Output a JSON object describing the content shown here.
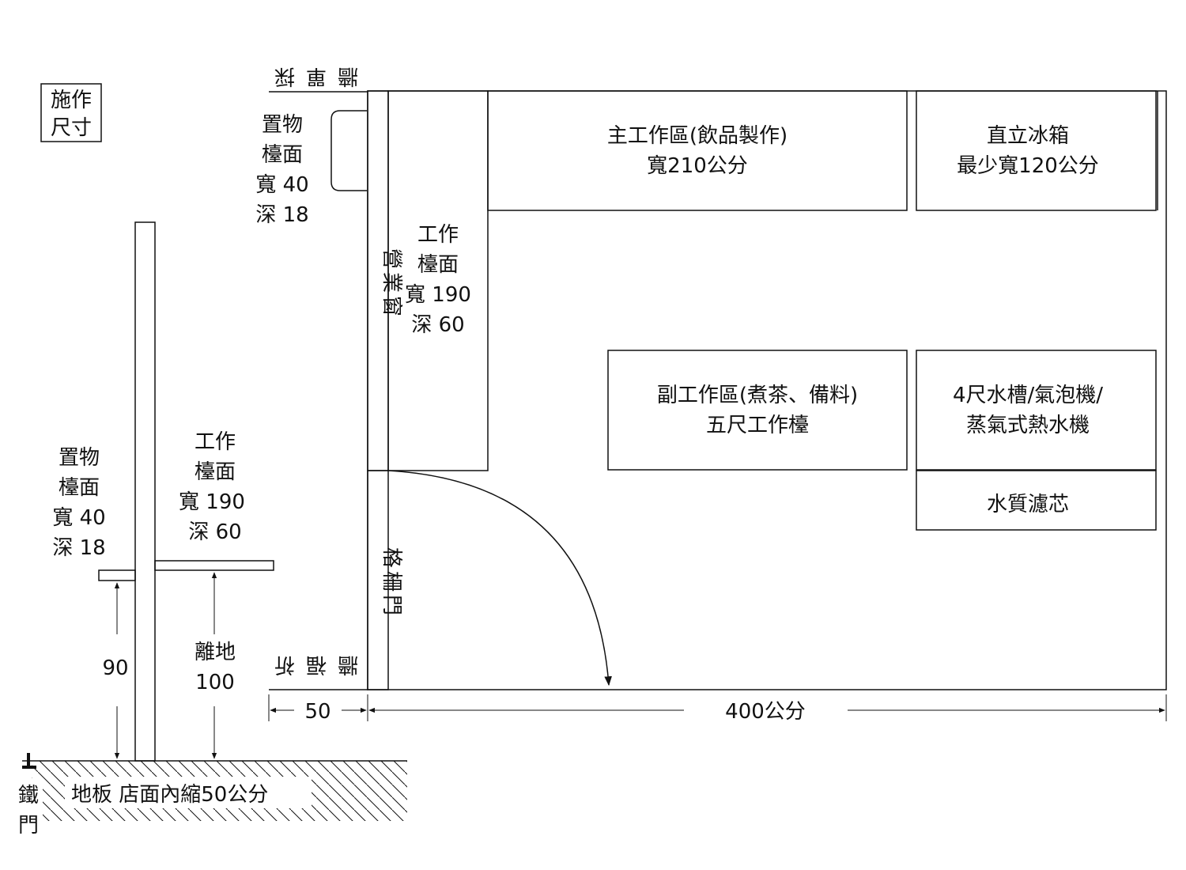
{
  "construction_label": [
    "施作",
    "尺寸"
  ],
  "walls": {
    "top": [
      "採",
      "單",
      "牆"
    ],
    "bottom": [
      "祈",
      "福",
      "牆"
    ],
    "service_window": [
      "營",
      "業",
      "窗"
    ],
    "gate_door": [
      "格",
      "柵",
      "門"
    ]
  },
  "top_shelf": [
    "置物",
    "檯面",
    "寬 40",
    "深 18"
  ],
  "work_counter": [
    "工作",
    "檯面",
    "寬 190",
    "深 60"
  ],
  "main_work_area": [
    "主工作區(飲品製作)",
    "寬210公分"
  ],
  "fridge": [
    "直立冰箱",
    "最少寬120公分"
  ],
  "sub_work_area": [
    "副工作區(煮茶、備料)",
    "五尺工作檯"
  ],
  "sink": [
    "4尺水槽/氣泡機/",
    "蒸氣式熱水機"
  ],
  "filter": "水質濾芯",
  "elevation": {
    "shelf": [
      "置物",
      "檯面",
      "寬 40",
      "深 18"
    ],
    "counter": [
      "工作",
      "檯面",
      "寬 190",
      "深 60"
    ],
    "shelf_height": "90",
    "counter_height": [
      "離地",
      "100"
    ],
    "floor_label": "地板 店面內縮50公分",
    "iron_door": [
      "鐵",
      "門"
    ]
  },
  "dimensions": {
    "setback": "50",
    "width": "400公分"
  }
}
